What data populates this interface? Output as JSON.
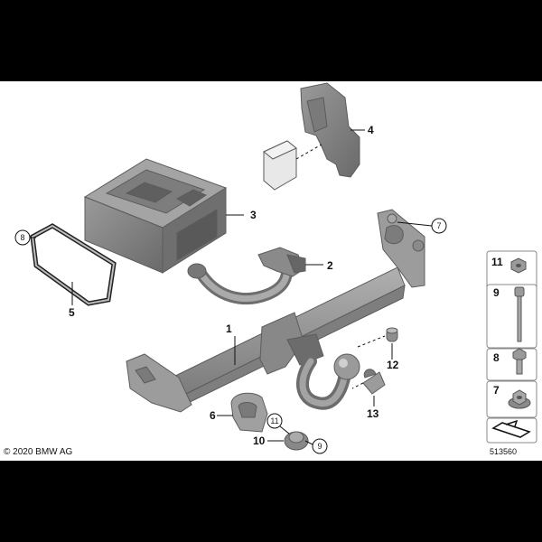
{
  "copyright": "© 2020 BMW AG",
  "diagram_number": "513560",
  "callouts": {
    "c1": "1",
    "c2": "2",
    "c3": "3",
    "c4": "4",
    "c5": "5",
    "c6": "6",
    "c7": "7",
    "c8": "8",
    "c9": "9",
    "c10": "10",
    "c11": "11",
    "c12": "12",
    "c13": "13"
  },
  "side_legend": [
    {
      "number": "11",
      "icon": "hex-nut-icon"
    },
    {
      "number": "9",
      "icon": "bolt-icon"
    },
    {
      "number": "8",
      "icon": "hex-bolt-icon"
    },
    {
      "number": "7",
      "icon": "collar-nut-icon"
    }
  ],
  "colors": {
    "part_fill": "#8f8f8f",
    "part_dark": "#6e6e6e",
    "part_light": "#b9b9b9",
    "line": "#111111"
  }
}
